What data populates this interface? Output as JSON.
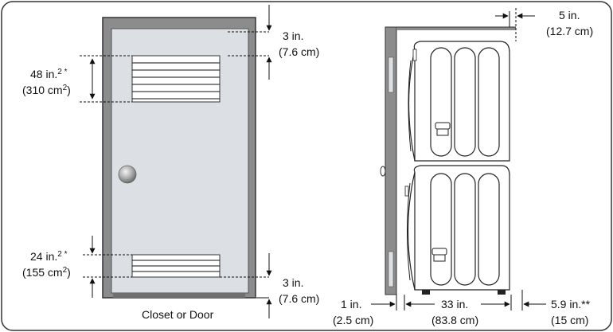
{
  "door": {
    "caption": "Closet or Door",
    "top_clear_in": "3 in.",
    "top_clear_cm": "(7.6 cm)",
    "bottom_clear_in": "3 in.",
    "bottom_clear_cm": "(7.6 cm)",
    "upper_vent_in_a": "48 in.",
    "upper_vent_in_b": "2 *",
    "upper_vent_cm": "(310 cm",
    "upper_vent_cm_sup": "2",
    "upper_vent_cm_close": ")",
    "lower_vent_in_a": "24 in.",
    "lower_vent_in_b": "2 *",
    "lower_vent_cm": "(155 cm",
    "lower_vent_cm_sup": "2",
    "lower_vent_cm_close": ")"
  },
  "stack": {
    "top_clear_in": "5 in.",
    "top_clear_cm": "(12.7 cm)",
    "left_clear_in": "1 in.",
    "left_clear_cm": "(2.5 cm)",
    "depth_in": "33 in.",
    "depth_cm": "(83.8 cm)",
    "rear_clear_in": "5.9 in.**",
    "rear_clear_cm": "(15 cm)"
  },
  "colors": {
    "frame": "#8c8c8c",
    "door_panel": "#dcdfe3",
    "appliance": "#ffffff",
    "line": "#111111"
  }
}
